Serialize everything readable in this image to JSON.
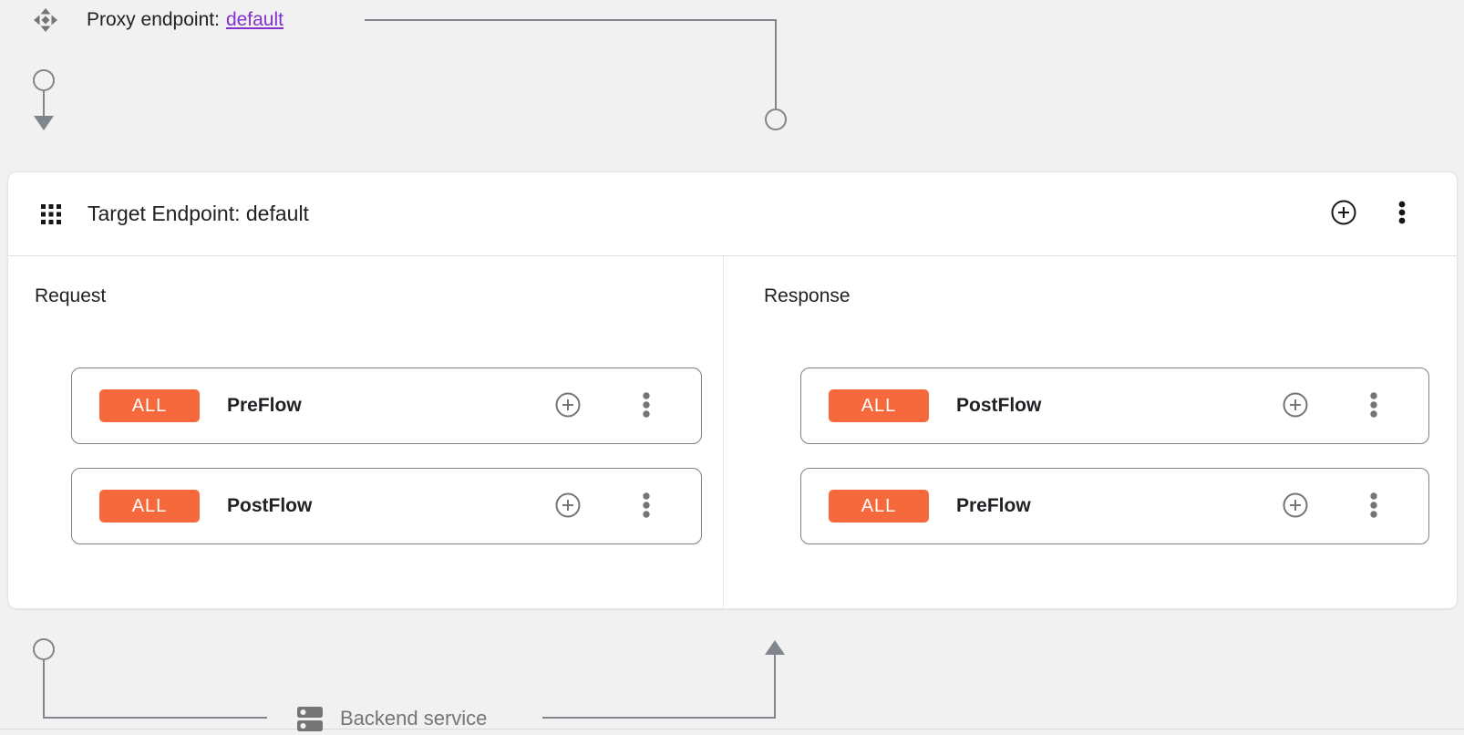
{
  "colors": {
    "page_bg": "#F1F1F2",
    "card_bg": "#FFFFFF",
    "badge_bg": "#F6693C",
    "link": "#8430CE",
    "connector": "#80868B",
    "muted_text": "#757575",
    "title_text": "#202124"
  },
  "proxy_endpoint": {
    "label": "Proxy endpoint:",
    "link_text": "default"
  },
  "target_endpoint": {
    "title": "Target Endpoint: default"
  },
  "request": {
    "label": "Request",
    "flows": [
      {
        "badge": "ALL",
        "name": "PreFlow"
      },
      {
        "badge": "ALL",
        "name": "PostFlow"
      }
    ]
  },
  "response": {
    "label": "Response",
    "flows": [
      {
        "badge": "ALL",
        "name": "PostFlow"
      },
      {
        "badge": "ALL",
        "name": "PreFlow"
      }
    ]
  },
  "backend": {
    "label": "Backend service"
  },
  "icons": {
    "proxy": "move-icon",
    "target_header": "grid-icon",
    "add": "plus-circle-icon",
    "menu": "more-vert-icon",
    "backend": "server-icon"
  }
}
